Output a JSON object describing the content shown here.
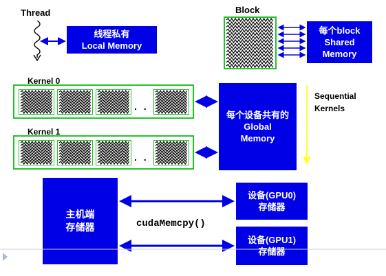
{
  "thread": {
    "label": "Thread",
    "memory": {
      "line1": "线程私有",
      "line2": "Local Memory"
    }
  },
  "block": {
    "label": "Block",
    "memory": {
      "line1": "每个block",
      "line2": "Shared",
      "line3": "Memory"
    }
  },
  "kernels": [
    {
      "label": "Kernel 0",
      "ellipsis": ". . ."
    },
    {
      "label": "Kernel 1",
      "ellipsis": ". . ."
    }
  ],
  "global_memory": {
    "line1": "每个设备共有的",
    "line2": "Global",
    "line3": "Memory"
  },
  "sequential": {
    "line1": "Sequential",
    "line2": "Kernels"
  },
  "host": {
    "line1": "主机端",
    "line2": "存储器"
  },
  "gpu0": {
    "line1": "设备(GPU0)",
    "line2": "存储器"
  },
  "gpu1": {
    "line1": "设备(GPU1)",
    "line2": "存储器"
  },
  "copy_call": "cudaMemcpy()",
  "colors": {
    "memory_blue": "#0000e6",
    "frame_green": "#22c32a",
    "arrow_yellow": "#ffff33",
    "divider": "#c8d0dc",
    "nav_arrow": "#a8b8d0"
  },
  "icons": {
    "thread": "wavy-thread-icon",
    "warp": "zigzag-thread-bundle-icon",
    "nav": "triangle-right-icon"
  }
}
